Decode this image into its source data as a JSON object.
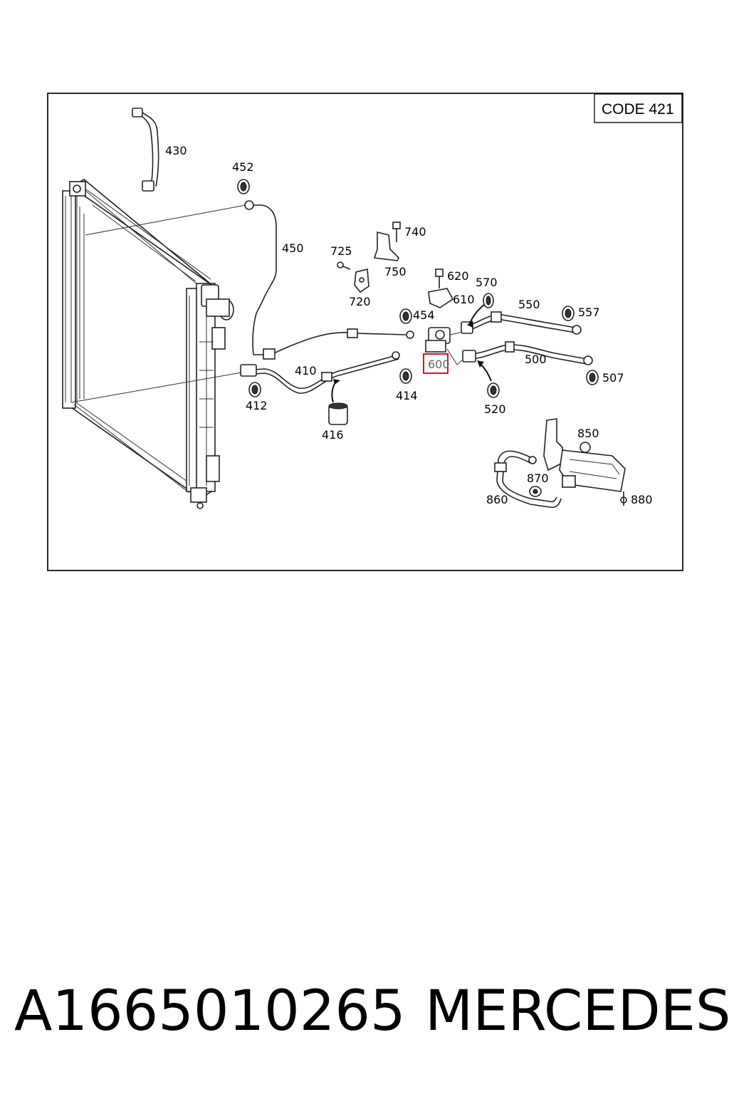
{
  "code_label": "CODE 421",
  "callouts": [
    {
      "id": "430",
      "text": "430"
    },
    {
      "id": "452",
      "text": "452"
    },
    {
      "id": "450",
      "text": "450"
    },
    {
      "id": "725",
      "text": "725"
    },
    {
      "id": "740",
      "text": "740"
    },
    {
      "id": "750",
      "text": "750"
    },
    {
      "id": "720",
      "text": "720"
    },
    {
      "id": "620",
      "text": "620"
    },
    {
      "id": "610",
      "text": "610"
    },
    {
      "id": "570",
      "text": "570"
    },
    {
      "id": "550",
      "text": "550"
    },
    {
      "id": "557",
      "text": "557"
    },
    {
      "id": "454",
      "text": "454"
    },
    {
      "id": "600",
      "text": "600",
      "highlighted": true
    },
    {
      "id": "500",
      "text": "500"
    },
    {
      "id": "507",
      "text": "507"
    },
    {
      "id": "410",
      "text": "410"
    },
    {
      "id": "412",
      "text": "412"
    },
    {
      "id": "414",
      "text": "414"
    },
    {
      "id": "416",
      "text": "416"
    },
    {
      "id": "520",
      "text": "520"
    },
    {
      "id": "850",
      "text": "850"
    },
    {
      "id": "870",
      "text": "870"
    },
    {
      "id": "860",
      "text": "860"
    },
    {
      "id": "880",
      "text": "880"
    }
  ],
  "highlight_color": "#e0101a",
  "footer": {
    "part_number": "A1665010265",
    "brand": "MERCEDES"
  }
}
